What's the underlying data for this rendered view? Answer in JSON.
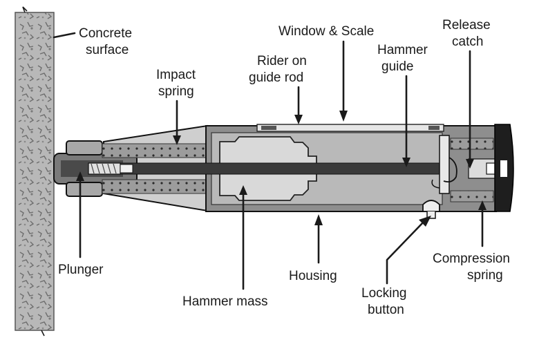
{
  "labels": {
    "concrete_surface": [
      "Concrete",
      "surface"
    ],
    "impact_spring": [
      "Impact",
      "spring"
    ],
    "window_scale": "Window & Scale",
    "rider": [
      "Rider on",
      "guide rod"
    ],
    "hammer_guide": [
      "Hammer",
      "guide"
    ],
    "release_catch": [
      "Release",
      "catch"
    ],
    "plunger": "Plunger",
    "hammer_mass": "Hammer mass",
    "housing": "Housing",
    "locking_button": [
      "Locking",
      "button"
    ],
    "compression_spring": [
      "Compression",
      "spring"
    ]
  },
  "colors": {
    "concrete": "#b4b4b4",
    "housing": "#8e8e8e",
    "housing_light": "#c9c9c9",
    "rod": "#3a3a3a",
    "ink": "#1a1a1a"
  }
}
